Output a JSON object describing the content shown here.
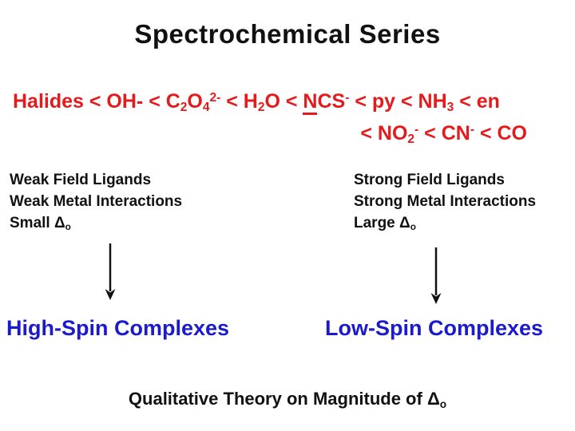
{
  "slide": {
    "title": "Spectrochemical Series",
    "colors": {
      "red": "#e41a1c",
      "blue": "#1b1bcc",
      "black": "#111111",
      "background": "#ffffff"
    },
    "series": {
      "line1": [
        {
          "t": "Halides < OH- < C",
          "s": "n"
        },
        {
          "t": "2",
          "s": "sub"
        },
        {
          "t": "O",
          "s": "n"
        },
        {
          "t": "4",
          "s": "sub"
        },
        {
          "t": "2-",
          "s": "sup"
        },
        {
          "t": " < H",
          "s": "n"
        },
        {
          "t": "2",
          "s": "sub"
        },
        {
          "t": "O < ",
          "s": "n"
        },
        {
          "t": "N",
          "s": "u"
        },
        {
          "t": "CS",
          "s": "n"
        },
        {
          "t": "-",
          "s": "sup"
        },
        {
          "t": " < py < NH",
          "s": "n"
        },
        {
          "t": "3",
          "s": "sub"
        },
        {
          "t": " < en",
          "s": "n"
        }
      ],
      "line2": [
        {
          "t": "< NO",
          "s": "n"
        },
        {
          "t": "2",
          "s": "sub"
        },
        {
          "t": "-",
          "s": "sup"
        },
        {
          "t": " < CN",
          "s": "n"
        },
        {
          "t": "-",
          "s": "sup"
        },
        {
          "t": " < CO",
          "s": "n"
        }
      ]
    },
    "weak_block": {
      "line1": "Weak Field Ligands",
      "line2": "Weak Metal Interactions",
      "line3": [
        {
          "t": "Small ",
          "s": "n"
        },
        {
          "t": "Δ",
          "s": "n"
        },
        {
          "t": "o",
          "s": "sub"
        }
      ]
    },
    "strong_block": {
      "line1": "Strong Field Ligands",
      "line2": "Strong Metal Interactions",
      "line3": [
        {
          "t": "Large ",
          "s": "n"
        },
        {
          "t": "Δ",
          "s": "n"
        },
        {
          "t": "o",
          "s": "sub"
        }
      ]
    },
    "high_spin_label": "High-Spin Complexes",
    "low_spin_label": "Low-Spin Complexes",
    "footer": [
      {
        "t": "Qualitative Theory on Magnitude of ",
        "s": "n"
      },
      {
        "t": "Δ",
        "s": "n"
      },
      {
        "t": "o",
        "s": "sub"
      }
    ]
  }
}
